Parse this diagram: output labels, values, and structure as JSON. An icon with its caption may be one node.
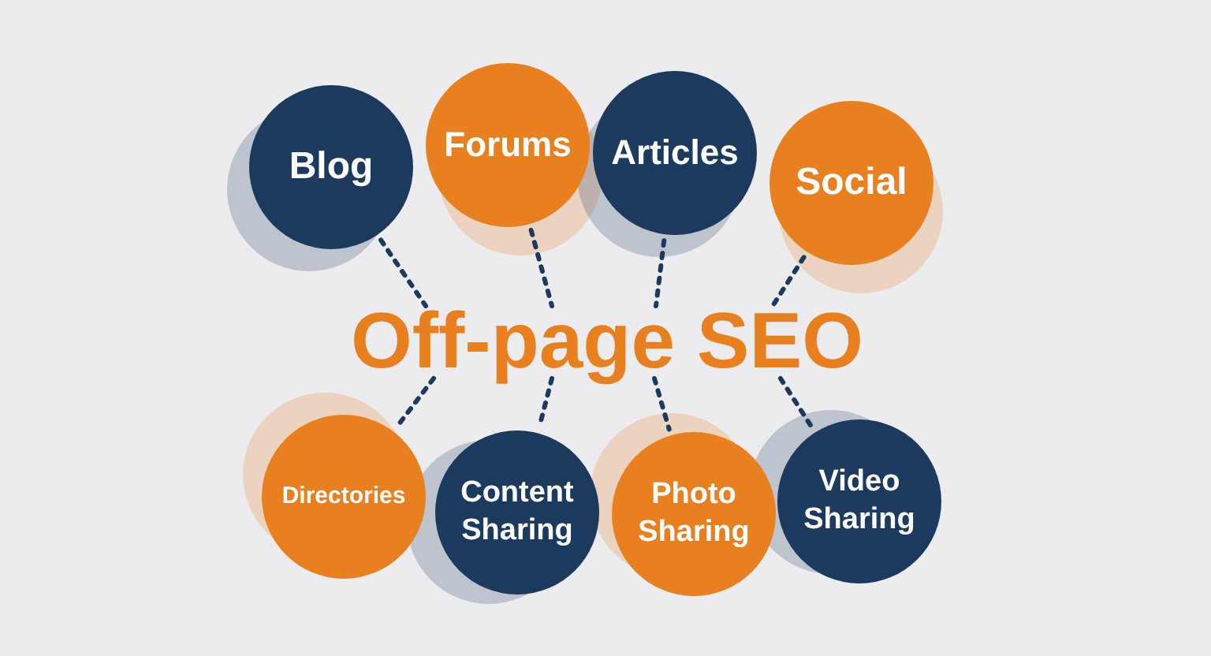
{
  "diagram": {
    "nodes": [
      {
        "text": [
          "Off-page SEO"
        ]
      },
      {
        "text": [
          "Blog"
        ]
      },
      {
        "text": [
          "Forums"
        ]
      },
      {
        "text": [
          "Articles"
        ]
      },
      {
        "text": [
          "Social"
        ]
      },
      {
        "text": [
          "Directories"
        ]
      },
      {
        "text": [
          "Content Sharing"
        ]
      },
      {
        "text": [
          "Photo Sharing"
        ]
      },
      {
        "text": [
          "Video Sharing"
        ]
      }
    ],
    "edges": [
      {
        "from": 1,
        "to": 0,
        "arrow": "none",
        "style": "dashed"
      },
      {
        "from": 2,
        "to": 0,
        "arrow": "none",
        "style": "dashed"
      },
      {
        "from": 3,
        "to": 0,
        "arrow": "none",
        "style": "dashed"
      },
      {
        "from": 4,
        "to": 0,
        "arrow": "none",
        "style": "dashed"
      },
      {
        "from": 0,
        "to": 5,
        "arrow": "none",
        "style": "dashed"
      },
      {
        "from": 0,
        "to": 6,
        "arrow": "none",
        "style": "dashed"
      },
      {
        "from": 0,
        "to": 7,
        "arrow": "none",
        "style": "dashed"
      },
      {
        "from": 0,
        "to": 8,
        "arrow": "none",
        "style": "dashed"
      }
    ]
  }
}
